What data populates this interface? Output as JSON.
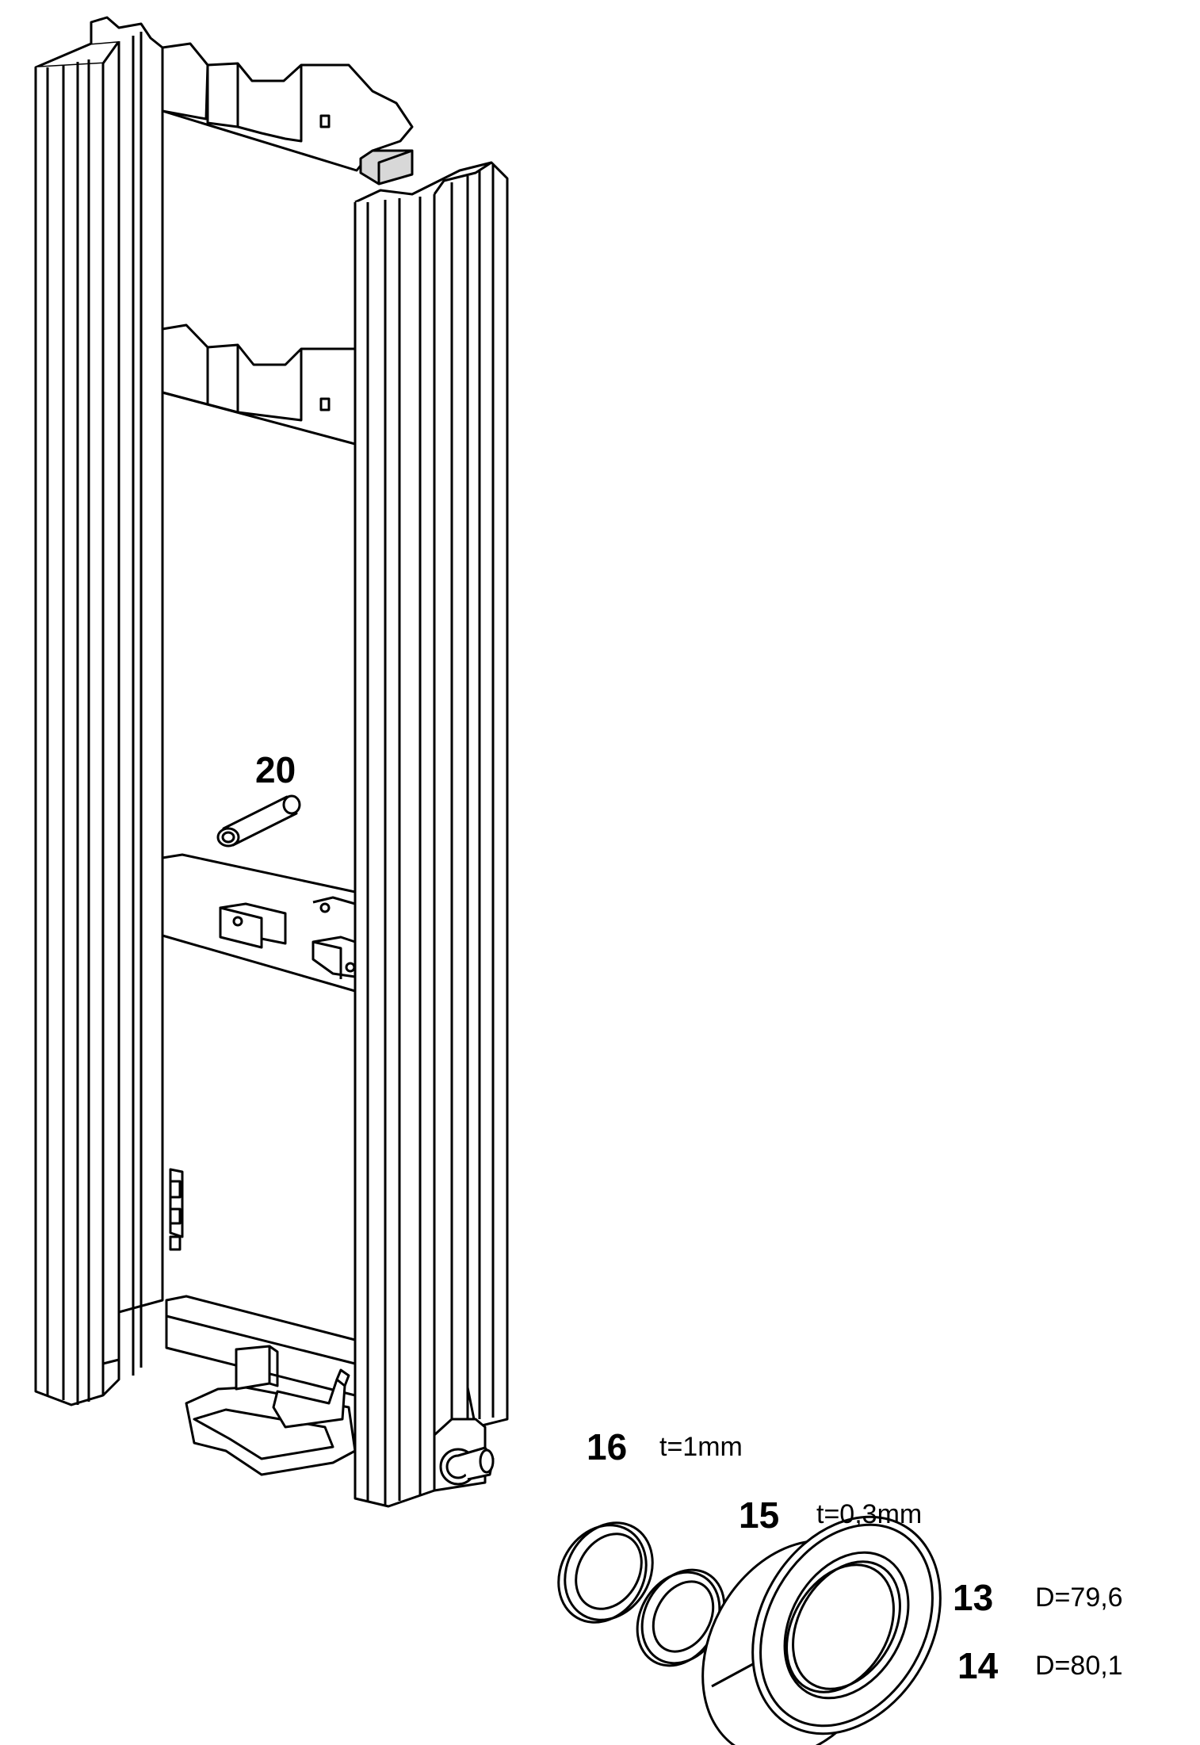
{
  "callouts": {
    "c20": {
      "number": "20",
      "spec": ""
    },
    "c16": {
      "number": "16",
      "spec": "t=1mm"
    },
    "c15": {
      "number": "15",
      "spec": "t=0,3mm"
    },
    "c13": {
      "number": "13",
      "spec": "D=79,6"
    },
    "c14": {
      "number": "14",
      "spec": "D=80,1"
    }
  },
  "colors": {
    "line": "#000000",
    "fill": "#ffffff",
    "shade": "#d8d8d8"
  }
}
